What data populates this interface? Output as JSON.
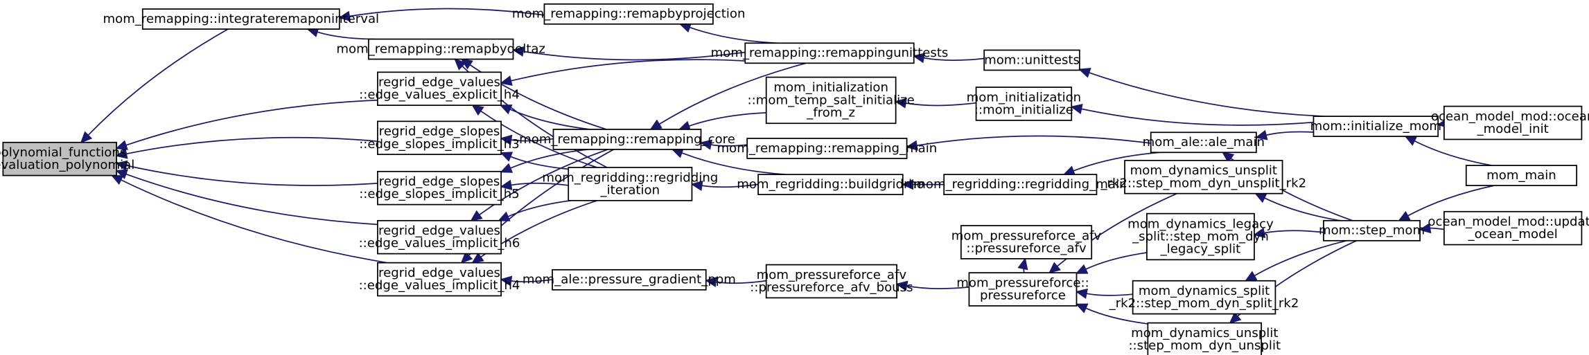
{
  "diagram": {
    "nodes": [
      {
        "id": "root",
        "lines": [
          "polynomial_functions",
          "::evaluation_polynomial"
        ],
        "root": true
      },
      {
        "id": "integ",
        "lines": [
          "mom_remapping::integrateremaponinterval"
        ]
      },
      {
        "id": "rproj",
        "lines": [
          "mom_remapping::remapbyprojection"
        ]
      },
      {
        "id": "rdz",
        "lines": [
          "mom_remapping::remapbydeltaz"
        ]
      },
      {
        "id": "rut",
        "lines": [
          "mom_remapping::remappingunittests"
        ]
      },
      {
        "id": "ut",
        "lines": [
          "mom::unittests"
        ]
      },
      {
        "id": "eveh4",
        "lines": [
          "regrid_edge_values",
          "::edge_values_explicit_h4"
        ]
      },
      {
        "id": "init_tsz",
        "lines": [
          "mom_initialization",
          "::mom_temp_salt_initialize",
          "_from_z"
        ]
      },
      {
        "id": "mominit",
        "lines": [
          "mom_initialization",
          "::mom_initialize"
        ]
      },
      {
        "id": "initmom",
        "lines": [
          "mom::initialize_mom"
        ]
      },
      {
        "id": "ocninit",
        "lines": [
          "ocean_model_mod::ocean",
          "_model_init"
        ]
      },
      {
        "id": "esih3",
        "lines": [
          "regrid_edge_slopes",
          "::edge_slopes_implicit_h3"
        ]
      },
      {
        "id": "rcore",
        "lines": [
          "mom_remapping::remapping_core"
        ]
      },
      {
        "id": "rmain",
        "lines": [
          "mom_remapping::remapping_main"
        ]
      },
      {
        "id": "alemain",
        "lines": [
          "mom_ale::ale_main"
        ]
      },
      {
        "id": "esih5",
        "lines": [
          "regrid_edge_slopes",
          "::edge_slopes_implicit_h5"
        ]
      },
      {
        "id": "rgit",
        "lines": [
          "mom_regridding::regridding",
          "_iteration"
        ]
      },
      {
        "id": "bgr",
        "lines": [
          "mom_regridding::buildgridrho"
        ]
      },
      {
        "id": "rgmain",
        "lines": [
          "mom_regridding::regridding_main"
        ]
      },
      {
        "id": "uk2",
        "lines": [
          "mom_dynamics_unsplit",
          "_rk2::step_mom_dyn_unsplit_rk2"
        ]
      },
      {
        "id": "mommain",
        "lines": [
          "mom_main"
        ]
      },
      {
        "id": "evih6",
        "lines": [
          "regrid_edge_values",
          "::edge_values_implicit_h6"
        ]
      },
      {
        "id": "legacy",
        "lines": [
          "mom_dynamics_legacy",
          "_split::step_mom_dyn",
          "_legacy_split"
        ]
      },
      {
        "id": "stepmom",
        "lines": [
          "mom::step_mom"
        ]
      },
      {
        "id": "ocnupd",
        "lines": [
          "ocean_model_mod::update",
          "_ocean_model"
        ]
      },
      {
        "id": "pfafv",
        "lines": [
          "mom_pressureforce_afv",
          "::pressureforce_afv"
        ]
      },
      {
        "id": "evih4",
        "lines": [
          "regrid_edge_values",
          "::edge_values_implicit_h4"
        ]
      },
      {
        "id": "pgppm",
        "lines": [
          "mom_ale::pressure_gradient_ppm"
        ]
      },
      {
        "id": "pfbous",
        "lines": [
          "mom_pressureforce_afv",
          "::pressureforce_afv_bouss"
        ]
      },
      {
        "id": "pf",
        "lines": [
          "mom_pressureforce::",
          "pressureforce"
        ]
      },
      {
        "id": "sk2",
        "lines": [
          "mom_dynamics_split",
          "_rk2::step_mom_dyn_split_rk2"
        ]
      },
      {
        "id": "unsplit",
        "lines": [
          "mom_dynamics_unsplit",
          "::step_mom_dyn_unsplit"
        ]
      }
    ],
    "edges": [
      [
        "integ",
        "root"
      ],
      [
        "eveh4",
        "root"
      ],
      [
        "esih3",
        "root"
      ],
      [
        "esih5",
        "root"
      ],
      [
        "evih6",
        "root"
      ],
      [
        "evih4",
        "root"
      ],
      [
        "rdz",
        "integ"
      ],
      [
        "rproj",
        "integ"
      ],
      [
        "rut",
        "rproj"
      ],
      [
        "rut",
        "rdz"
      ],
      [
        "ut",
        "rut"
      ],
      [
        "initmom",
        "ut"
      ],
      [
        "rut",
        "eveh4"
      ],
      [
        "rcore",
        "eveh4"
      ],
      [
        "rgit",
        "eveh4"
      ],
      [
        "rcore",
        "esih3"
      ],
      [
        "rgit",
        "esih3"
      ],
      [
        "rcore",
        "esih5"
      ],
      [
        "rgit",
        "esih5"
      ],
      [
        "rcore",
        "evih6"
      ],
      [
        "rgit",
        "evih6"
      ],
      [
        "rcore",
        "evih4"
      ],
      [
        "rgit",
        "evih4"
      ],
      [
        "pgppm",
        "evih4"
      ],
      [
        "rcore",
        "rdz"
      ],
      [
        "rgit",
        "rdz"
      ],
      [
        "rut",
        "rcore"
      ],
      [
        "init_tsz",
        "rcore"
      ],
      [
        "rmain",
        "rcore"
      ],
      [
        "bgr",
        "rcore"
      ],
      [
        "alemain",
        "rmain"
      ],
      [
        "bgr",
        "rgit"
      ],
      [
        "rgmain",
        "bgr"
      ],
      [
        "alemain",
        "rgmain"
      ],
      [
        "mominit",
        "init_tsz"
      ],
      [
        "initmom",
        "mominit"
      ],
      [
        "initmom",
        "alemain"
      ],
      [
        "stepmom",
        "alemain"
      ],
      [
        "ocninit",
        "initmom"
      ],
      [
        "mommain",
        "initmom"
      ],
      [
        "mommain",
        "stepmom"
      ],
      [
        "ocnupd",
        "stepmom"
      ],
      [
        "stepmom",
        "uk2"
      ],
      [
        "stepmom",
        "legacy"
      ],
      [
        "stepmom",
        "sk2"
      ],
      [
        "stepmom",
        "unsplit"
      ],
      [
        "uk2",
        "pf"
      ],
      [
        "legacy",
        "pf"
      ],
      [
        "sk2",
        "pf"
      ],
      [
        "unsplit",
        "pf"
      ],
      [
        "pf",
        "pfafv"
      ],
      [
        "pf",
        "pfbous"
      ],
      [
        "pfbous",
        "pgppm"
      ]
    ]
  }
}
